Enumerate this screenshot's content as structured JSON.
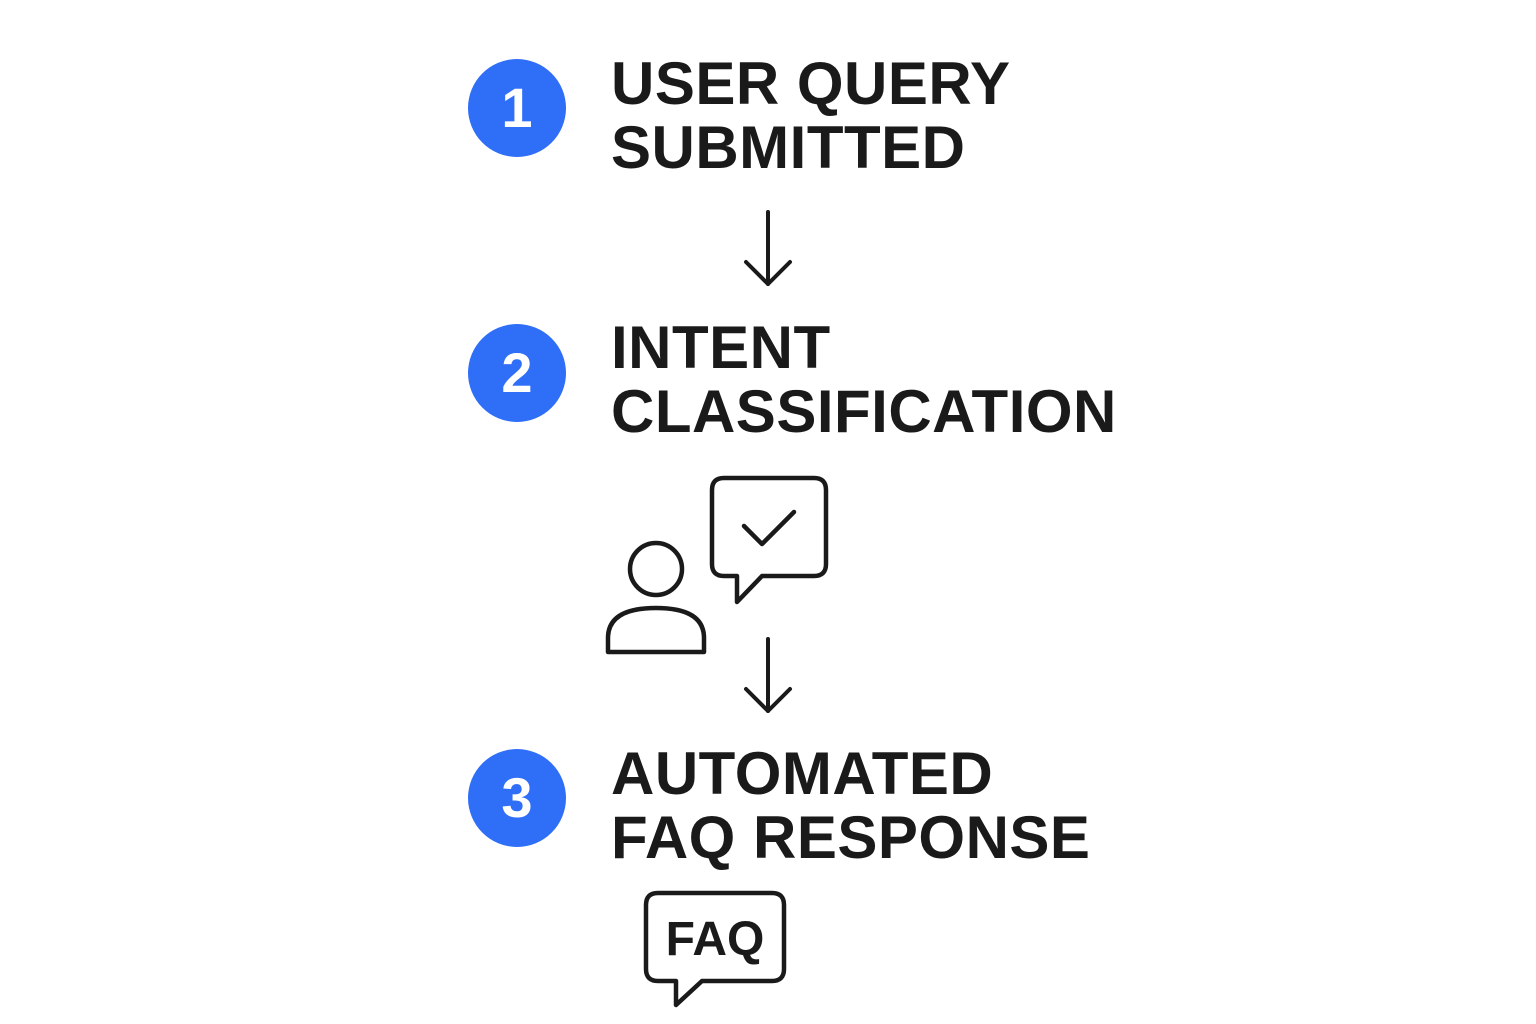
{
  "colors": {
    "accent": "#2f6ef7",
    "ink": "#1a1a1a",
    "background": "#ffffff"
  },
  "steps": [
    {
      "number": "1",
      "title_line1": "USER QUERY",
      "title_line2": "SUBMITTED"
    },
    {
      "number": "2",
      "title_line1": "INTENT",
      "title_line2": "CLASSIFICATION"
    },
    {
      "number": "3",
      "title_line1": "AUTOMATED",
      "title_line2": "FAQ RESPONSE"
    }
  ],
  "icons": {
    "arrow": "arrow-down-icon",
    "classification": "user-with-check-bubble-icon",
    "faq": "faq-speech-bubble-icon"
  },
  "faq_icon_label": "FAQ"
}
